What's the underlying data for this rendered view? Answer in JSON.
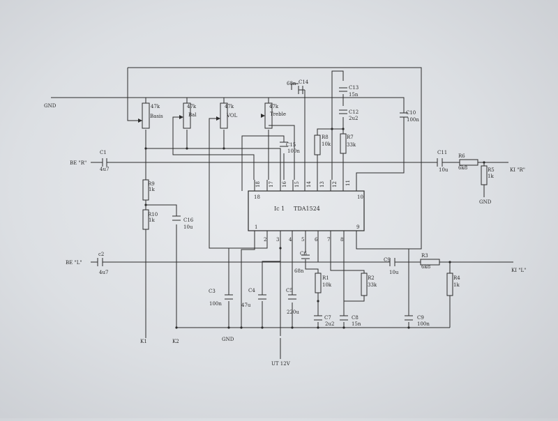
{
  "schematic": {
    "ic": {
      "ref": "Ic 1",
      "part": "TDA1524",
      "pins": [
        "1",
        "2",
        "3",
        "4",
        "5",
        "6",
        "7",
        "8",
        "9",
        "10",
        "11",
        "12",
        "13",
        "14",
        "15",
        "16",
        "17",
        "18"
      ]
    },
    "potentiometers": [
      {
        "value": "47k",
        "name": "Basis"
      },
      {
        "value": "47k",
        "name": "Bal"
      },
      {
        "value": "47k",
        "name": "VOL"
      },
      {
        "value": "47k",
        "name": "Treble"
      }
    ],
    "resistors": {
      "R1": {
        "ref": "R1",
        "value": "10k"
      },
      "R2": {
        "ref": "R2",
        "value": "33k"
      },
      "R3": {
        "ref": "R3",
        "value": "6k8"
      },
      "R4": {
        "ref": "R4",
        "value": "1k"
      },
      "R5": {
        "ref": "R5",
        "value": "1k"
      },
      "R6": {
        "ref": "R6",
        "value": "6k8"
      },
      "R7": {
        "ref": "R7",
        "value": "33k"
      },
      "R8": {
        "ref": "R8",
        "value": "10k"
      },
      "R9": {
        "ref": "R9",
        "value": "1k"
      },
      "R10": {
        "ref": "R10",
        "value": "1k"
      }
    },
    "capacitors": {
      "C1": {
        "ref": "C1",
        "value": "4u7"
      },
      "C2": {
        "ref": "c2",
        "value": "4u7"
      },
      "C3": {
        "ref": "C3",
        "value": "100n"
      },
      "C4": {
        "ref": "C4",
        "value": "47u"
      },
      "C5": {
        "ref": "C5",
        "value": "220u"
      },
      "C6": {
        "ref": "C6",
        "value": "68n"
      },
      "C7": {
        "ref": "C7",
        "value": "2u2"
      },
      "C8": {
        "ref": "C8",
        "value": "15n"
      },
      "C9a": {
        "ref": "C9",
        "value": "10u"
      },
      "C9b": {
        "ref": "C9",
        "value": "100n"
      },
      "C10": {
        "ref": "C10",
        "value": "100n"
      },
      "C11": {
        "ref": "C11",
        "value": "10u"
      },
      "C12": {
        "ref": "C12",
        "value": "2u2"
      },
      "C13": {
        "ref": "C13",
        "value": "15n"
      },
      "C14": {
        "ref": "C14",
        "value": "68n"
      },
      "C15": {
        "ref": "C15",
        "value": "100n"
      },
      "C16": {
        "ref": "C16",
        "value": "10u"
      }
    },
    "terminals": {
      "gnd_top": "GND",
      "be_r": "BE \"R\"",
      "be_l": "BE \"L\"",
      "ki_r": "KI \"R\"",
      "ki_l": "KI \"L\"",
      "k1": "K1",
      "k2": "K2",
      "gnd_bottom": "GND",
      "gnd_r5": "GND",
      "supply": "UT 12V"
    }
  }
}
